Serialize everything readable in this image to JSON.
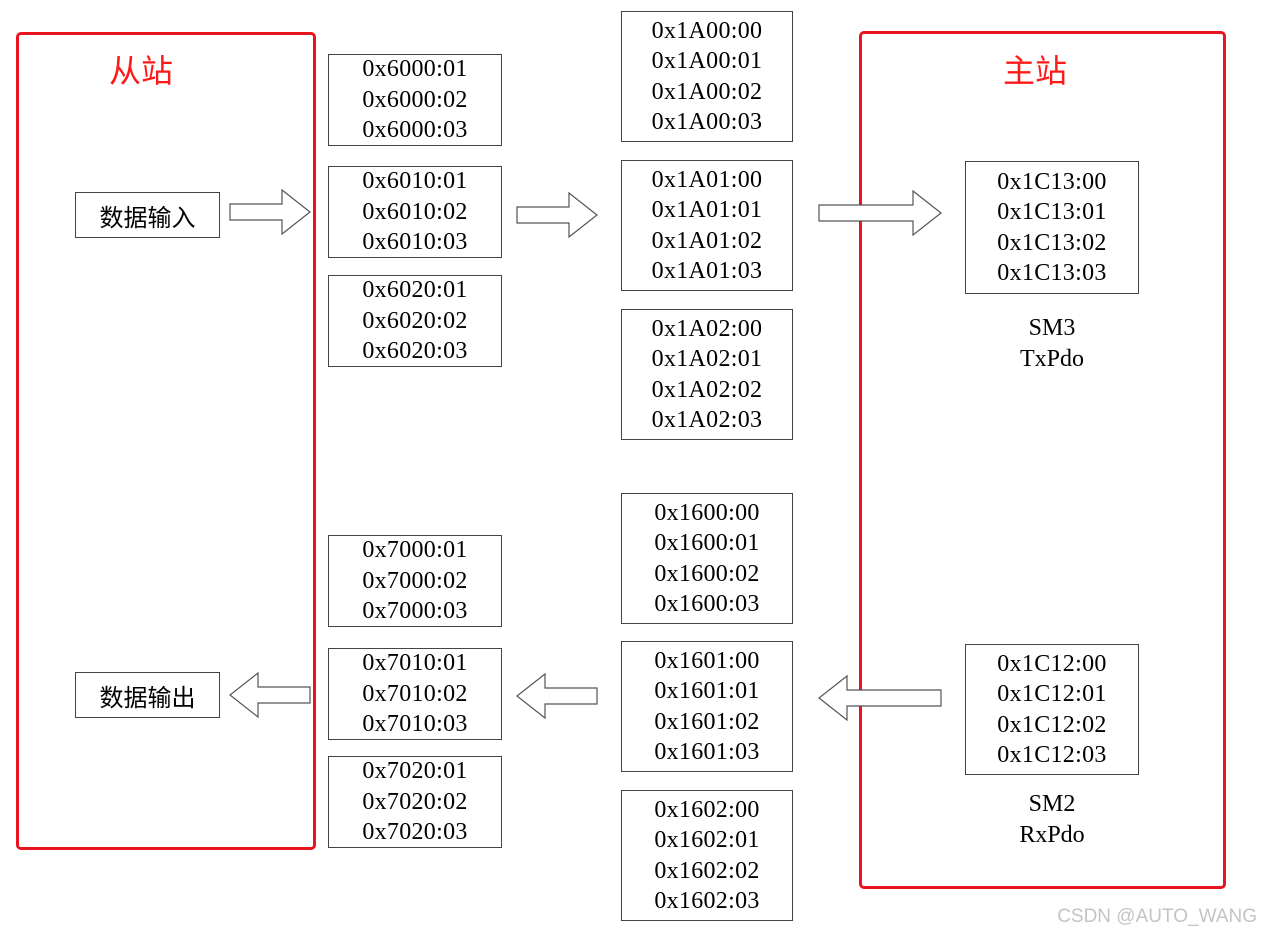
{
  "slave": {
    "title": "从站",
    "input_label": "数据输入",
    "output_label": "数据输出"
  },
  "master": {
    "title": "主站",
    "sm3": {
      "name": "SM3",
      "type": "TxPdo",
      "entries": [
        "0x1C13:00",
        "0x1C13:01",
        "0x1C13:02",
        "0x1C13:03"
      ]
    },
    "sm2": {
      "name": "SM2",
      "type": "RxPdo",
      "entries": [
        "0x1C12:00",
        "0x1C12:01",
        "0x1C12:02",
        "0x1C12:03"
      ]
    }
  },
  "input_objects": [
    [
      "0x6000:01",
      "0x6000:02",
      "0x6000:03"
    ],
    [
      "0x6010:01",
      "0x6010:02",
      "0x6010:03"
    ],
    [
      "0x6020:01",
      "0x6020:02",
      "0x6020:03"
    ]
  ],
  "tx_pdo_mappings": [
    [
      "0x1A00:00",
      "0x1A00:01",
      "0x1A00:02",
      "0x1A00:03"
    ],
    [
      "0x1A01:00",
      "0x1A01:01",
      "0x1A01:02",
      "0x1A01:03"
    ],
    [
      "0x1A02:00",
      "0x1A02:01",
      "0x1A02:02",
      "0x1A02:03"
    ]
  ],
  "output_objects": [
    [
      "0x7000:01",
      "0x7000:02",
      "0x7000:03"
    ],
    [
      "0x7010:01",
      "0x7010:02",
      "0x7010:03"
    ],
    [
      "0x7020:01",
      "0x7020:02",
      "0x7020:03"
    ]
  ],
  "rx_pdo_mappings": [
    [
      "0x1600:00",
      "0x1600:01",
      "0x1600:02",
      "0x1600:03"
    ],
    [
      "0x1601:00",
      "0x1601:01",
      "0x1601:02",
      "0x1601:03"
    ],
    [
      "0x1602:00",
      "0x1602:01",
      "0x1602:02",
      "0x1602:03"
    ]
  ],
  "watermark": "CSDN @AUTO_WANG"
}
